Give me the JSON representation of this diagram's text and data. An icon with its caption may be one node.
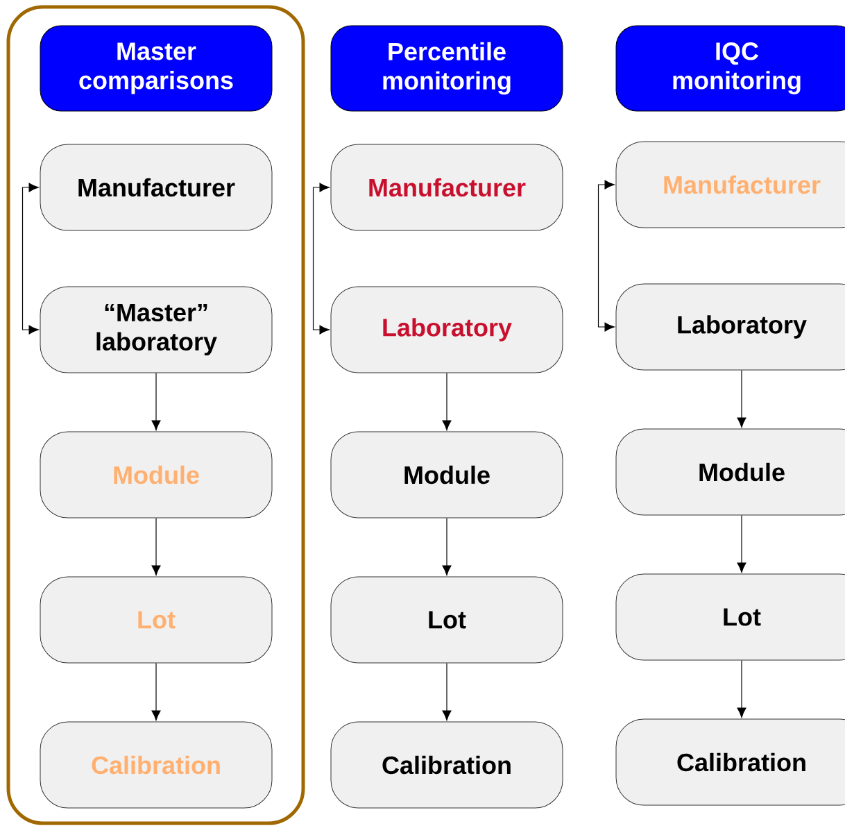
{
  "diagram": {
    "nodes": [
      {
        "text": [],
        "shape": "box"
      },
      {
        "text": [
          "Master comparisons"
        ],
        "in": 0
      },
      {
        "text": [
          "Manufacturer"
        ],
        "in": 0
      },
      {
        "text": [
          "“Master” laboratory"
        ],
        "in": 0
      },
      {
        "text": [
          "Module"
        ],
        "in": 0
      },
      {
        "text": [
          "Lot"
        ],
        "in": 0
      },
      {
        "text": [
          "Calibration"
        ],
        "in": 0
      },
      {
        "text": [
          "Percentile monitoring"
        ]
      },
      {
        "text": [
          "Manufacturer"
        ]
      },
      {
        "text": [
          "Laboratory"
        ]
      },
      {
        "text": [
          "Module"
        ]
      },
      {
        "text": [
          "Lot"
        ]
      },
      {
        "text": [
          "Calibration"
        ]
      },
      {
        "text": [
          "IQC monitoring"
        ]
      },
      {
        "text": [
          "Manufacturer"
        ]
      },
      {
        "text": [
          "Laboratory"
        ]
      },
      {
        "text": [
          "Module"
        ]
      },
      {
        "text": [
          "Lot"
        ]
      },
      {
        "text": [
          "Calibration"
        ]
      }
    ],
    "edges": [
      {
        "from": 2,
        "to": 3,
        "arrow": "both"
      },
      {
        "from": 3,
        "to": 4,
        "arrow": "to"
      },
      {
        "from": 4,
        "to": 5,
        "arrow": "to"
      },
      {
        "from": 5,
        "to": 6,
        "arrow": "to"
      },
      {
        "from": 8,
        "to": 9,
        "arrow": "both"
      },
      {
        "from": 9,
        "to": 10,
        "arrow": "to"
      },
      {
        "from": 10,
        "to": 11,
        "arrow": "to"
      },
      {
        "from": 11,
        "to": 12,
        "arrow": "to"
      },
      {
        "from": 14,
        "to": 15,
        "arrow": "both"
      },
      {
        "from": 15,
        "to": 16,
        "arrow": "to"
      },
      {
        "from": 16,
        "to": 17,
        "arrow": "to"
      },
      {
        "from": 17,
        "to": 18,
        "arrow": "to"
      }
    ]
  }
}
